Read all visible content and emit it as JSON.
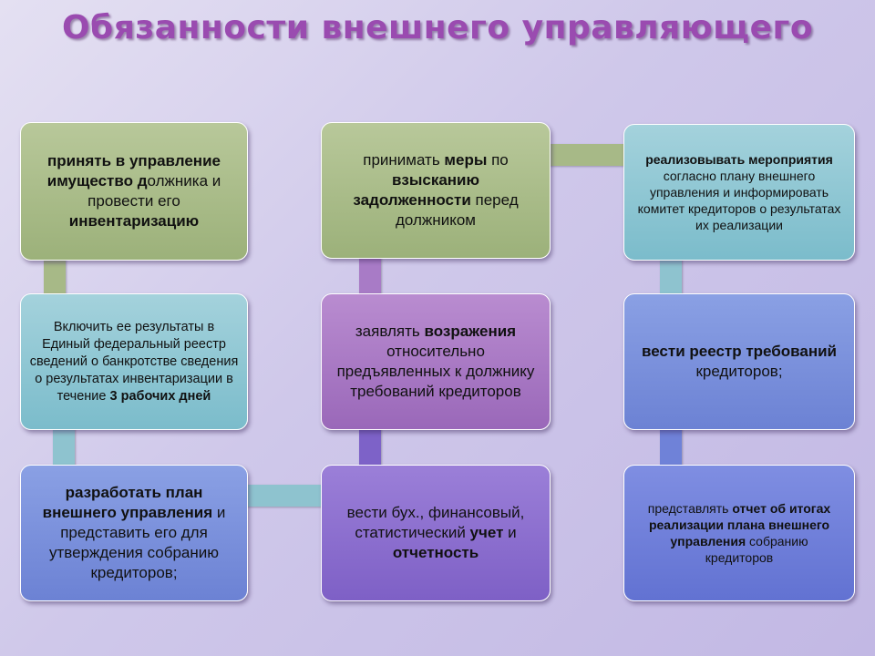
{
  "title": "Обязанности внешнего управляющего",
  "boxes": {
    "b1": [
      {
        "t": "принять в управление",
        "b": true
      },
      {
        "t": " ",
        "b": false
      },
      {
        "t": "имущество д",
        "b": true
      },
      {
        "t": "олжника и провести его ",
        "b": false
      },
      {
        "t": "инвентаризацию",
        "b": true
      }
    ],
    "b2": [
      {
        "t": "Включить ее результаты в Единый федеральный реестр сведений о банкротстве сведения о результатах инвентаризации в течение ",
        "b": false
      },
      {
        "t": "3 рабочих дней",
        "b": true
      }
    ],
    "b3": [
      {
        "t": "разработать план внешнего управления",
        "b": true
      },
      {
        "t": " и представить его для утверждения собранию кредиторов;",
        "b": false
      }
    ],
    "b4": [
      {
        "t": "принимать ",
        "b": false
      },
      {
        "t": "меры",
        "b": true
      },
      {
        "t": " по ",
        "b": false
      },
      {
        "t": "взысканию задолженности",
        "b": true
      },
      {
        "t": " перед должником",
        "b": false
      }
    ],
    "b5": [
      {
        "t": "заявлять ",
        "b": false
      },
      {
        "t": "возражения",
        "b": true
      },
      {
        "t": " относительно предъявленных к должнику требований кредиторов",
        "b": false
      }
    ],
    "b6": [
      {
        "t": "вести бух., финансовый, статистический ",
        "b": false
      },
      {
        "t": "учет",
        "b": true
      },
      {
        "t": " и ",
        "b": false
      },
      {
        "t": "отчетность",
        "b": true
      }
    ],
    "b7": [
      {
        "t": "реализовывать мероприятия",
        "b": true
      },
      {
        "t": " согласно плану внешнего управления и информировать комитет кредиторов о результатах их реализации",
        "b": false
      }
    ],
    "b8": [
      {
        "t": "вести реестр требований",
        "b": true
      },
      {
        "t": " кредиторов;",
        "b": false
      }
    ],
    "b9": [
      {
        "t": "представлять ",
        "b": false
      },
      {
        "t": "отчет об итогах реализации плана внешнего управления",
        "b": true
      },
      {
        "t": " собранию кредиторов",
        "b": false
      }
    ]
  },
  "colors": {
    "green": "#a8bb86",
    "teal": "#8cc4d2",
    "purple": "#a878c4",
    "blue": "#7a90dc",
    "violet": "#8c6ecf",
    "title": "#9a4bb0"
  }
}
